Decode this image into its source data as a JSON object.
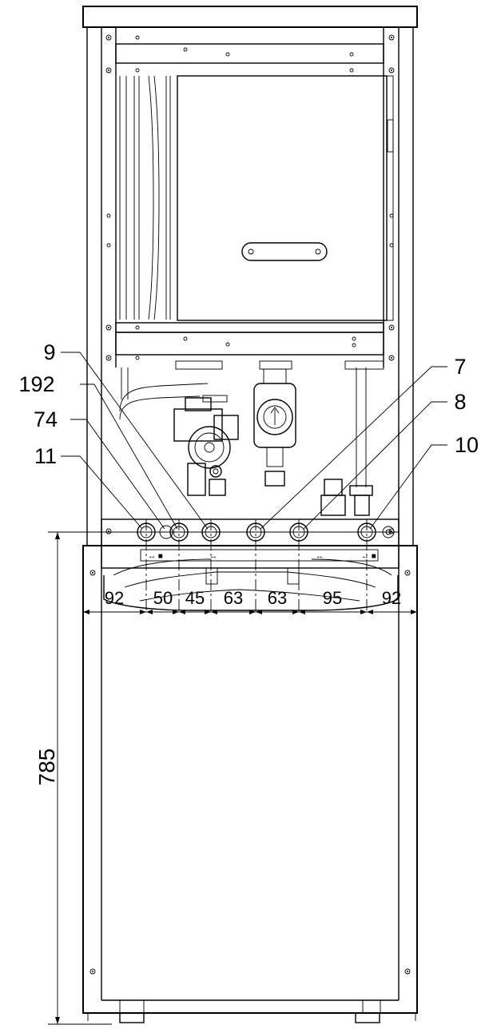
{
  "callouts": [
    {
      "id": "9",
      "text": "9"
    },
    {
      "id": "192",
      "text": "192"
    },
    {
      "id": "74",
      "text": "74"
    },
    {
      "id": "11",
      "text": "11"
    },
    {
      "id": "7",
      "text": "7"
    },
    {
      "id": "8",
      "text": "8"
    },
    {
      "id": "10",
      "text": "10"
    }
  ],
  "horizontal_dimensions": [
    "92",
    "50",
    "45",
    "63",
    "63",
    "95",
    "92"
  ],
  "vertical_dimension": "785",
  "colors": {
    "line": "#000000",
    "background": "#ffffff"
  }
}
